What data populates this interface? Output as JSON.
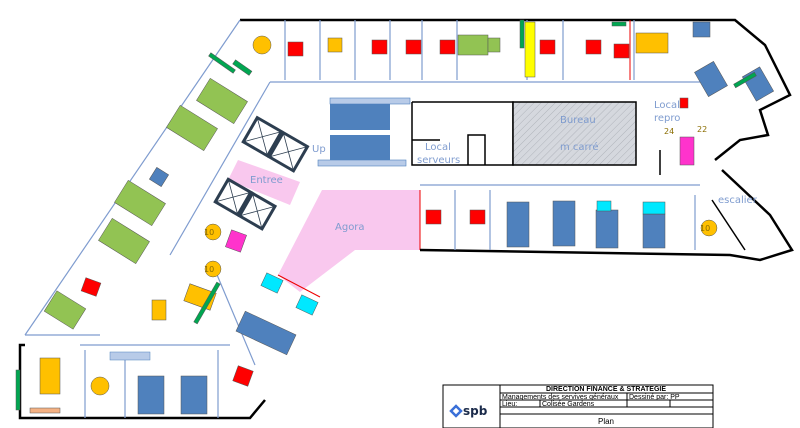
{
  "plan": {
    "rooms": {
      "up": "Up",
      "entree": "Entree",
      "agora": "Agora",
      "local_serveurs_1": "Local",
      "local_serveurs_2": "serveurs",
      "bureau": "Bureau",
      "m_carre": "m carré",
      "local_repro_1": "Local",
      "local_repro_2": "repro",
      "escalier": "escalier"
    },
    "markers": {
      "repro_24": "24",
      "repro_22": "22",
      "table_seats": "10"
    },
    "colors": {
      "desk_red": "#ff0000",
      "desk_yellow": "#ffc000",
      "table_green": "#92c353",
      "table_blue": "#4f81bd",
      "cyan": "#00e8ff",
      "magenta": "#ff33cc",
      "pink_area": "#f9c8ee",
      "storage_green": "#00a651"
    }
  },
  "title_block": {
    "logo": "spb",
    "title": "DIRECTION FINANCE & STRATEGIE",
    "department": "Managements des servives généraux",
    "drawn_by": "Dessiné par: PP",
    "location_label": "Lieu:",
    "location_value": "Colisée Gardens",
    "plan_label": "Plan"
  }
}
